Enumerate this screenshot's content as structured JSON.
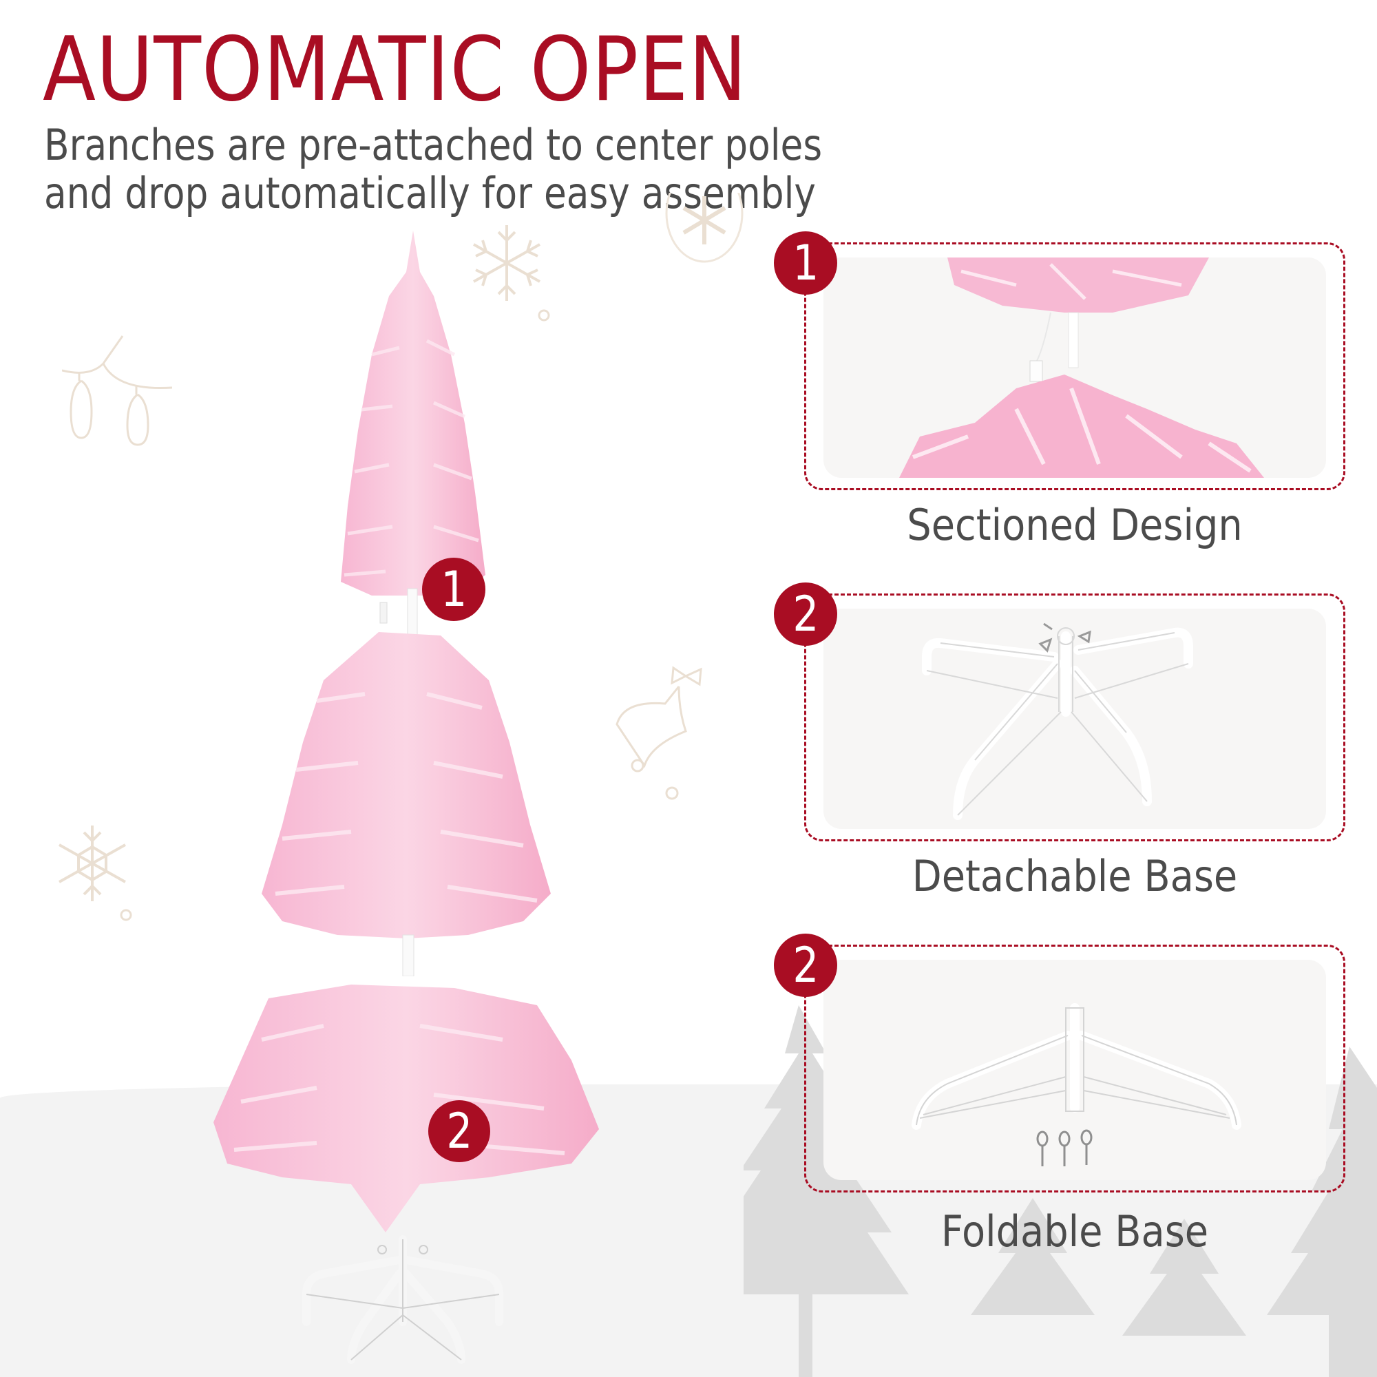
{
  "header": {
    "title": "AUTOMATIC OPEN",
    "subtitle_line1": "Branches are pre-attached to center poles",
    "subtitle_line2": "and drop automatically for easy assembly"
  },
  "main_image": {
    "description": "pink flocked pencil christmas tree in three sections on white stand",
    "callouts": [
      {
        "number": "1",
        "position": "top section"
      },
      {
        "number": "2",
        "position": "bottom section"
      }
    ]
  },
  "features": [
    {
      "number": "1",
      "caption": "Sectioned Design",
      "image": "tree section joint with pole and light connector"
    },
    {
      "number": "2",
      "caption": "Detachable Base",
      "image": "white four-leg metal stand with screws"
    },
    {
      "number": "2",
      "caption": "Foldable Base",
      "image": "folded white metal stand with three eye screws"
    }
  ],
  "decorations": [
    "snowflake-icon",
    "ornament-snowflake-icon",
    "string-lights-icon",
    "bell-icon",
    "snowflake-icon",
    "background-pine-trees"
  ],
  "colors": {
    "accent_red": "#a90d23",
    "text_gray": "#4b4b4b",
    "tree_pink": "#f6b3cf",
    "panel_bg": "#f7f6f5",
    "ground_gray": "#f3f3f3",
    "decor_beige": "#eee4d8"
  }
}
